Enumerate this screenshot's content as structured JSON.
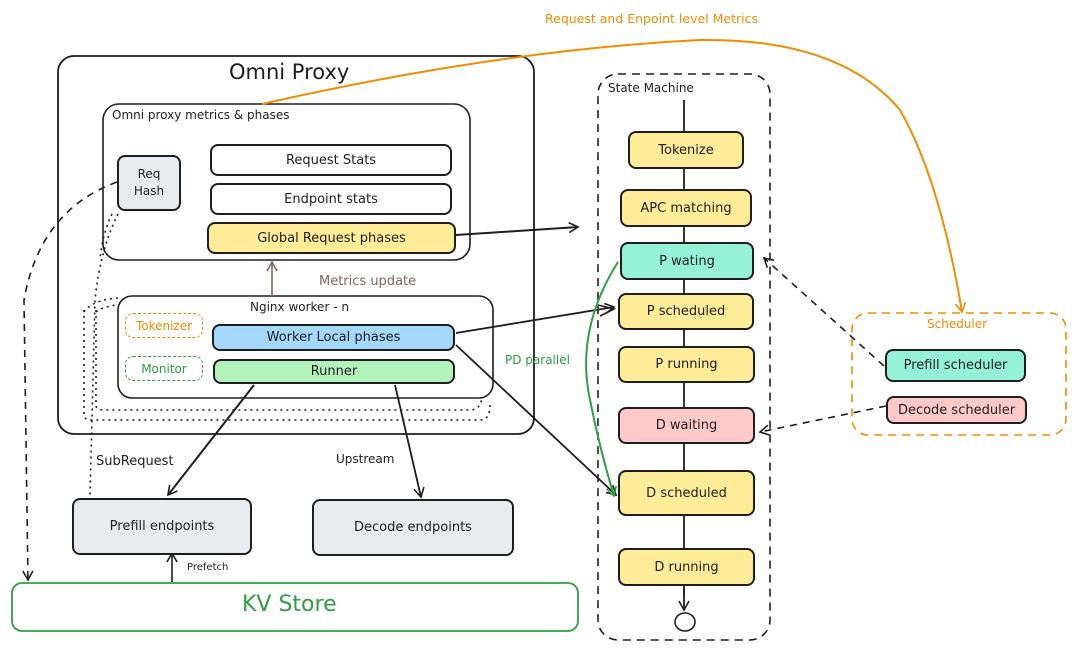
{
  "proxy": {
    "title": "Omni Proxy",
    "metrics_group": "Omni proxy metrics & phases",
    "req_hash": "Req\nHash",
    "request_stats": "Request Stats",
    "endpoint_stats": "Endpoint stats",
    "global_phases": "Global Request phases",
    "metrics_update": "Metrics update",
    "worker_title": "Nginx worker - n",
    "tokenizer": "Tokenizer",
    "monitor": "Monitor",
    "worker_local": "Worker Local phases",
    "runner": "Runner"
  },
  "endpoints": {
    "subrequest": "SubRequest",
    "upstream": "Upstream",
    "prefill": "Prefill endpoints",
    "decode": "Decode endpoints",
    "prefetch": "Prefetch",
    "kv_store": "KV Store"
  },
  "state_machine": {
    "title": "State Machine",
    "states": [
      "Tokenize",
      "APC matching",
      "P wating",
      "P scheduled",
      "P running",
      "D waiting",
      "D scheduled",
      "D running"
    ]
  },
  "pd_parallel": "PD parallel",
  "top_label": "Request and Enpoint level Metrics",
  "scheduler": {
    "title": "Scheduler",
    "prefill": "Prefill scheduler",
    "decode": "Decode scheduler"
  },
  "colors": {
    "orange": "#f08c00",
    "green": "#2f9e44",
    "brown": "#846358",
    "yellow": "#ffec99",
    "teal": "#96f2d7",
    "pink": "#ffc9c9",
    "blue": "#a5d8ff",
    "lightgreen": "#b2f2bb"
  }
}
